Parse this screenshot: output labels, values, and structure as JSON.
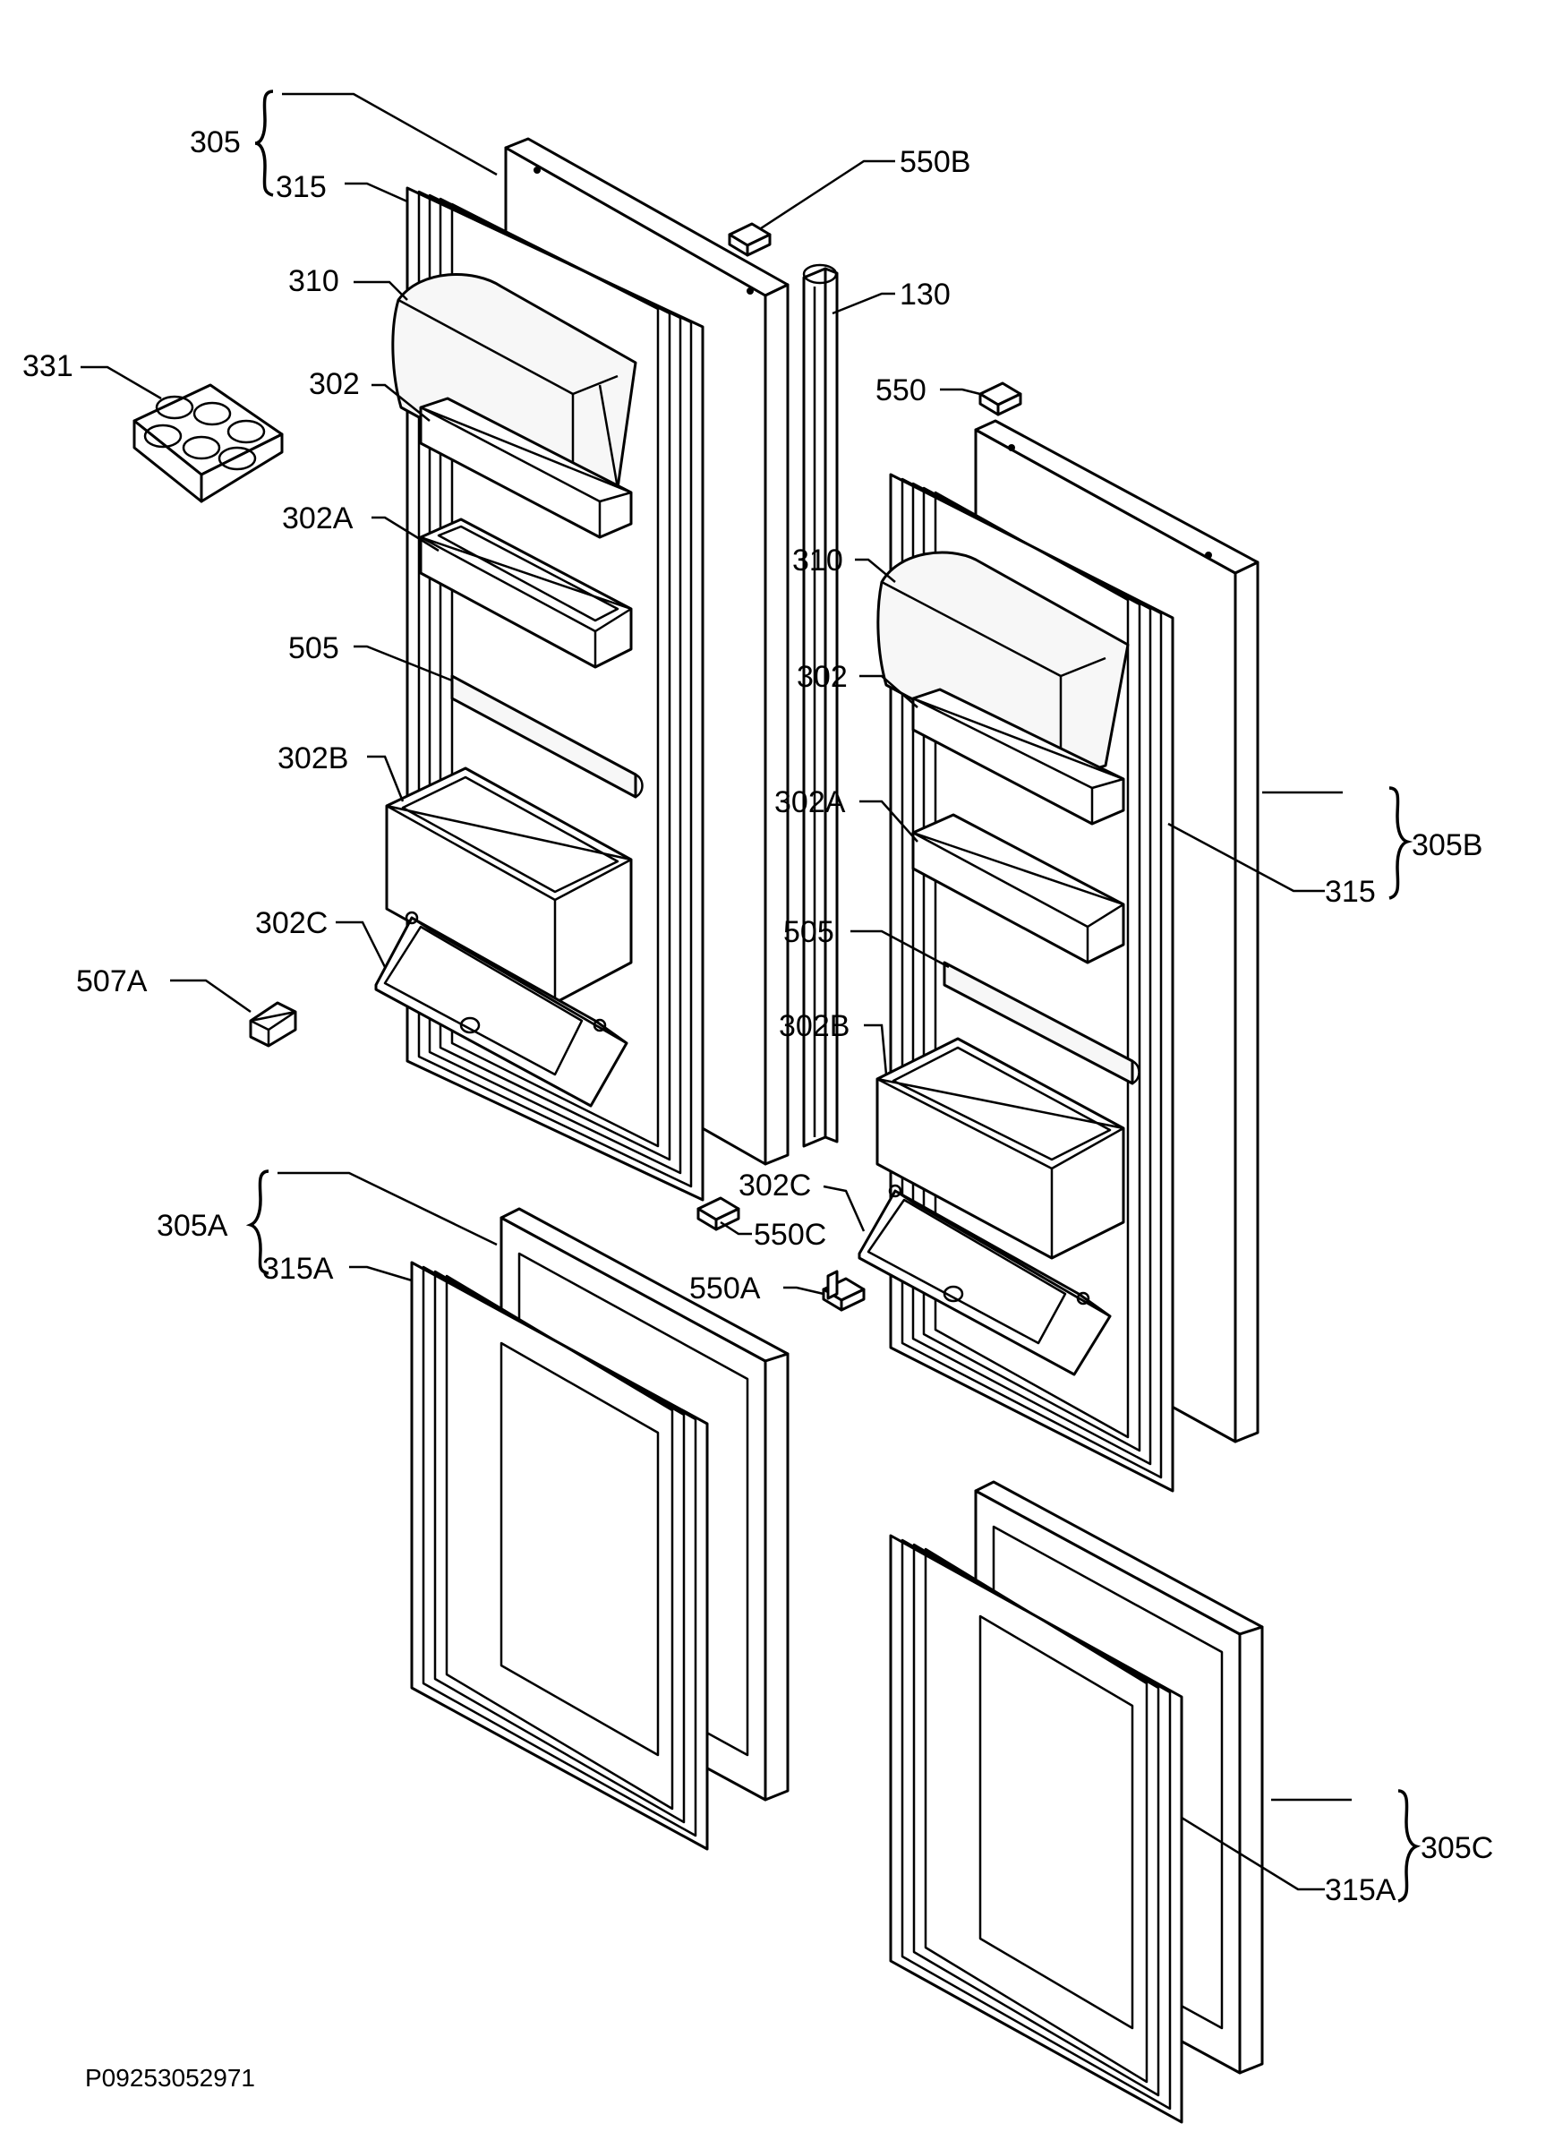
{
  "labels": {
    "l305": "305",
    "l315": "315",
    "l550b": "550B",
    "l130": "130",
    "l310a": "310",
    "l331": "331",
    "l302a": "302",
    "l550": "550",
    "l302A_a": "302A",
    "l310b": "310",
    "l505a": "505",
    "l302b": "302",
    "l302B_a": "302B",
    "l302A_b": "302A",
    "l305B": "305B",
    "l315b": "315",
    "l302c_a": "302C",
    "l505b": "505",
    "l507A": "507A",
    "l302B_b": "302B",
    "l302c_b": "302C",
    "l305A": "305A",
    "l550c": "550C",
    "l315A_a": "315A",
    "l550A": "550A",
    "l305C": "305C",
    "l315A_b": "315A"
  },
  "footer": {
    "code": "P09253052971"
  }
}
